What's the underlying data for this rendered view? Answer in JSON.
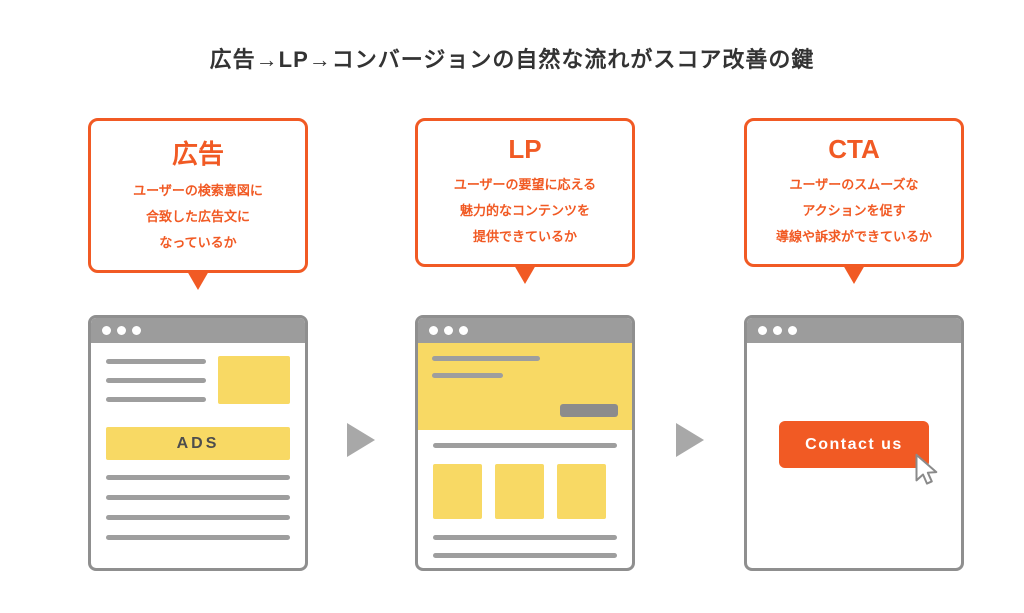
{
  "title": "広告→LP→コンバージョンの自然な流れがスコア改善の鍵",
  "colors": {
    "accent": "#F15A24",
    "yellow": "#F8D964",
    "line-gray": "#9E9E9E",
    "frame-gray": "#8F8F8F",
    "header-gray": "#9C9C9C",
    "dark-gray": "#8C8C8C",
    "arrow-gray": "#A8A8A8",
    "title-color": "#333333",
    "ads-text": "#4D4D4D"
  },
  "callouts": [
    {
      "heading": "広告",
      "lines": [
        "ユーザーの検索意図に",
        "合致した広告文に",
        "なっているか"
      ]
    },
    {
      "heading": "LP",
      "lines": [
        "ユーザーの要望に応える",
        "魅力的なコンテンツを",
        "提供できているか"
      ]
    },
    {
      "heading": "CTA",
      "lines": [
        "ユーザーのスムーズな",
        "アクションを促す",
        "導線や訴求ができているか"
      ]
    }
  ],
  "browser_mocks": {
    "ad": {
      "banner_label": "ADS"
    },
    "cta": {
      "button_label": "Contact us"
    }
  }
}
